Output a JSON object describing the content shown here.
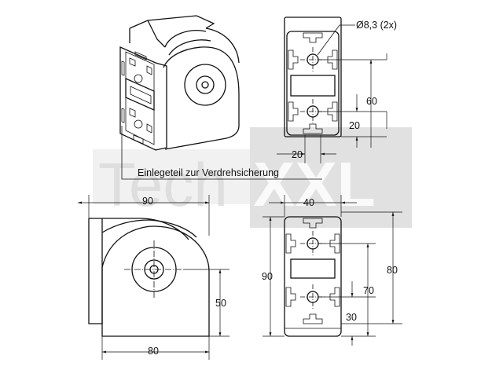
{
  "watermark": {
    "part1": "Tech",
    "part2": "XXL"
  },
  "callout": {
    "label": "Einlegeteil zur Verdrehsicherung"
  },
  "top_right_view": {
    "hole_label": "Ø8,3 (2x)",
    "dim_60": "60",
    "dim_20_right": "20",
    "dim_20_bottom": "20"
  },
  "side_view": {
    "dim_90": "90",
    "dim_80": "80",
    "dim_50": "50"
  },
  "front_view": {
    "dim_40": "40",
    "dim_90": "90",
    "dim_80": "80",
    "dim_70": "70",
    "dim_30": "30"
  },
  "colors": {
    "line": "#111111",
    "watermark": "#c9c9c9"
  }
}
